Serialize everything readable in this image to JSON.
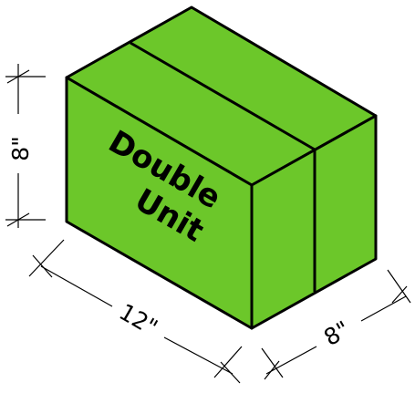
{
  "box": {
    "label_line1": "Double",
    "label_line2": "Unit",
    "fill_color": "#6CC72A",
    "edge_color": "#000000"
  },
  "dimensions": {
    "height": "8\"",
    "length": "12\"",
    "width": "8\""
  }
}
